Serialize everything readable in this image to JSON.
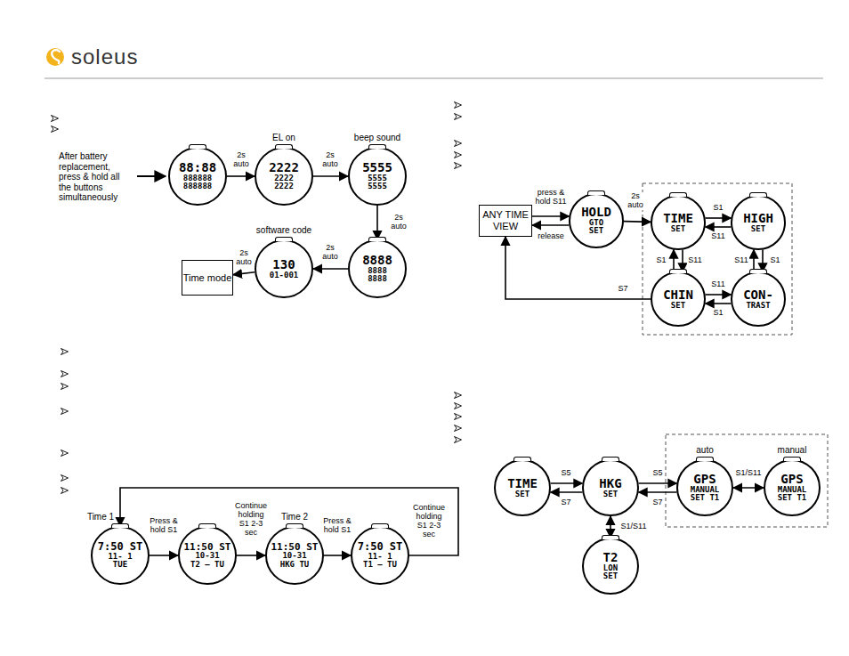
{
  "diagram": {
    "nodes": [
      {
        "text": [
          "88:88",
          "888888",
          "888888"
        ]
      },
      {
        "text": [
          "EL on",
          "2222",
          "2222",
          "2222"
        ]
      },
      {
        "text": [
          "beep sound",
          "5555",
          "5555",
          "5555"
        ]
      },
      {
        "text": [
          "8888",
          "8888",
          "8888"
        ]
      },
      {
        "text": [
          "software code",
          "130",
          "01-001"
        ]
      },
      {
        "text": [
          "Time mode"
        ]
      },
      {
        "text": [
          "Time 1",
          "7:50 ST",
          "11- 1",
          "TUE"
        ]
      },
      {
        "text": [
          "11:50 ST",
          "10-31",
          "T2 — TU"
        ]
      },
      {
        "text": [
          "Time 2",
          "11:50 ST",
          "10-31",
          "HKG TU"
        ]
      },
      {
        "text": [
          "7:50 ST",
          "11- 1",
          "T1 — TU"
        ]
      },
      {
        "text": [
          "ANY TIME VIEW"
        ]
      },
      {
        "text": [
          "HOLD",
          "GTO",
          "SET"
        ]
      },
      {
        "text": [
          "TIME",
          "SET"
        ]
      },
      {
        "text": [
          "HIGH",
          "SET"
        ]
      },
      {
        "text": [
          "CON-",
          "TRAST"
        ]
      },
      {
        "text": [
          "CHIN",
          "SET"
        ]
      },
      {
        "text": [
          "TIME",
          "SET"
        ]
      },
      {
        "text": [
          "HKG",
          "SET"
        ]
      },
      {
        "text": [
          "auto",
          "GPS",
          "MANUAL",
          "SET T1"
        ]
      },
      {
        "text": [
          "manual",
          "GPS",
          "MANUAL",
          "SET T1"
        ]
      },
      {
        "text": [
          "T2",
          "LON",
          "SET"
        ]
      }
    ],
    "edges": [
      {
        "from": 0,
        "to": 1,
        "label": "2s auto",
        "arrow": "to"
      },
      {
        "from": 1,
        "to": 2,
        "label": "2s auto",
        "arrow": "to"
      },
      {
        "from": 2,
        "to": 3,
        "label": "2s auto",
        "arrow": "to"
      },
      {
        "from": 3,
        "to": 4,
        "label": "2s auto",
        "arrow": "to"
      },
      {
        "from": 4,
        "to": 5,
        "label": "2s auto",
        "arrow": "to"
      },
      {
        "from": 6,
        "to": 7,
        "label": "Press & hold S1",
        "arrow": "to"
      },
      {
        "from": 7,
        "to": 8,
        "label": "Continue holding S1 2-3 sec",
        "arrow": "to"
      },
      {
        "from": 8,
        "to": 9,
        "label": "Press & hold S1",
        "arrow": "to"
      },
      {
        "from": 9,
        "to": 6,
        "label": "Continue holding S1 2-3 sec",
        "arrow": "to"
      },
      {
        "from": 10,
        "to": 11,
        "label": "press & hold S11",
        "arrow": "to"
      },
      {
        "from": 11,
        "to": 10,
        "label": "release",
        "arrow": "to"
      },
      {
        "from": 11,
        "to": 12,
        "label": "2s auto",
        "arrow": "to"
      },
      {
        "from": 12,
        "to": 13,
        "label": "S1",
        "arrow": "to"
      },
      {
        "from": 13,
        "to": 12,
        "label": "S11",
        "arrow": "to"
      },
      {
        "from": 13,
        "to": 14,
        "label": "S1",
        "arrow": "to"
      },
      {
        "from": 14,
        "to": 13,
        "label": "S11",
        "arrow": "to"
      },
      {
        "from": 14,
        "to": 15,
        "label": "S1",
        "arrow": "to"
      },
      {
        "from": 15,
        "to": 14,
        "label": "S11",
        "arrow": "to"
      },
      {
        "from": 15,
        "to": 12,
        "label": "S1",
        "arrow": "to"
      },
      {
        "from": 12,
        "to": 15,
        "label": "S11",
        "arrow": "to"
      },
      {
        "from": 15,
        "to": 10,
        "label": "S7",
        "arrow": "to"
      },
      {
        "from": 16,
        "to": 17,
        "label": "S5",
        "arrow": "to"
      },
      {
        "from": 17,
        "to": 16,
        "label": "S7",
        "arrow": "to"
      },
      {
        "from": 17,
        "to": 18,
        "label": "S5",
        "arrow": "to"
      },
      {
        "from": 18,
        "to": 17,
        "label": "S7",
        "arrow": "to"
      },
      {
        "from": 18,
        "to": 19,
        "label": "S1/S11",
        "arrow": "both"
      },
      {
        "from": 17,
        "to": 20,
        "label": "S1/S11",
        "arrow": "both"
      }
    ],
    "labels": [
      "soleus",
      "After battery replacement, press & hold all the buttons simultaneously"
    ]
  }
}
